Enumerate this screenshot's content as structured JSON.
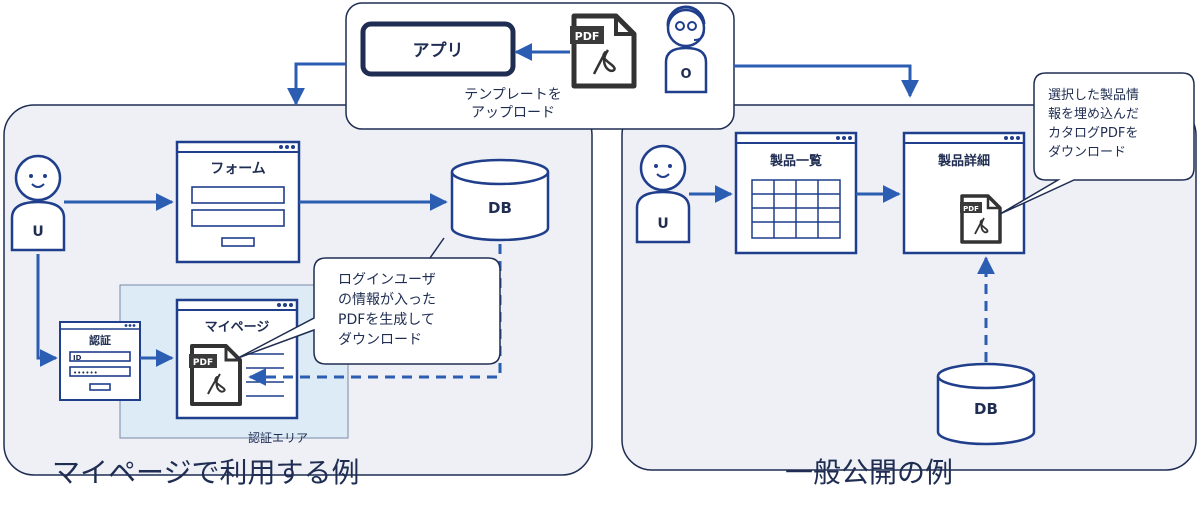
{
  "top": {
    "app_label": "アプリ",
    "upload_line1": "テンプレートを",
    "upload_line2": "アップロード",
    "operator_badge": "O",
    "pdf_label": "PDF"
  },
  "left": {
    "title": "マイページで利用する例",
    "user_badge": "U",
    "form_title": "フォーム",
    "db_label": "DB",
    "auth_title": "認証",
    "auth_id_label": "ID",
    "auth_password_mask": "••••••",
    "mypage_title": "マイページ",
    "pdf_label": "PDF",
    "auth_area_label": "認証エリア",
    "callout_lines": [
      "ログインユーザ",
      "の情報が入った",
      "PDFを生成して",
      "ダウンロード"
    ]
  },
  "right": {
    "title": "一般公開の例",
    "user_badge": "U",
    "list_title": "製品一覧",
    "detail_title": "製品詳細",
    "pdf_label": "PDF",
    "db_label": "DB",
    "callout_lines": [
      "選択した製品情",
      "報を埋め込んだ",
      "カタログPDFを",
      "ダウンロード"
    ]
  },
  "colors": {
    "navy": "#1f3e8c",
    "arrow_blue": "#2b5db3",
    "panel_bg": "#eef0f6",
    "auth_area_bg": "#dcebf5"
  },
  "icons": [
    "person-icon",
    "operator-headset-icon",
    "pdf-file-icon",
    "database-icon",
    "window-dots-icon"
  ]
}
